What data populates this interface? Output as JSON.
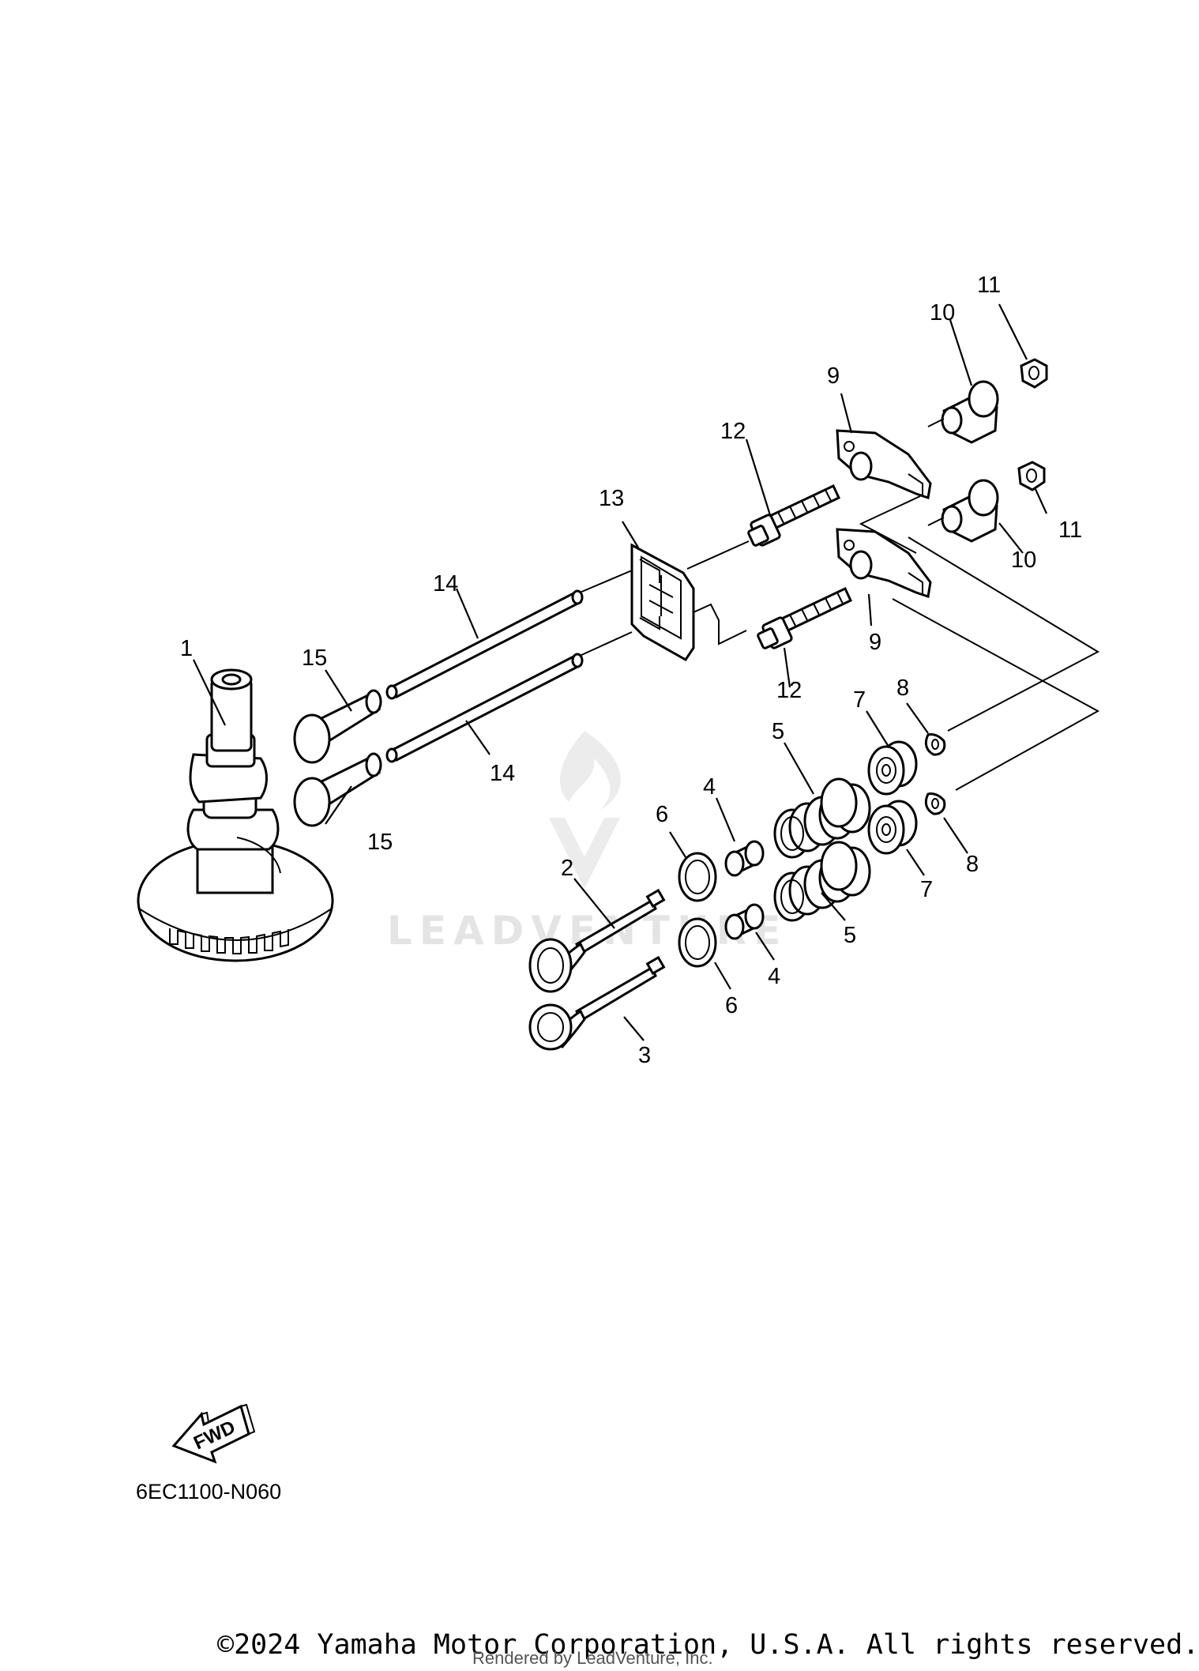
{
  "diagram": {
    "callouts": [
      "1",
      "2",
      "3",
      "4",
      "4",
      "5",
      "5",
      "6",
      "6",
      "7",
      "7",
      "8",
      "8",
      "9",
      "9",
      "10",
      "10",
      "11",
      "11",
      "12",
      "12",
      "13",
      "14",
      "14",
      "15",
      "15"
    ],
    "fwd_label": "FWD",
    "diagram_code": "6EC1100-N060"
  },
  "watermark": {
    "text": "LEADVENTURE"
  },
  "footer": {
    "copyright": "©2024 Yamaha Motor Corporation, U.S.A. All rights reserved.",
    "rendered_by": "Rendered by LeadVenture, Inc."
  },
  "colors": {
    "line": "#000000",
    "background": "#ffffff",
    "watermark": "#e4e4e4"
  }
}
